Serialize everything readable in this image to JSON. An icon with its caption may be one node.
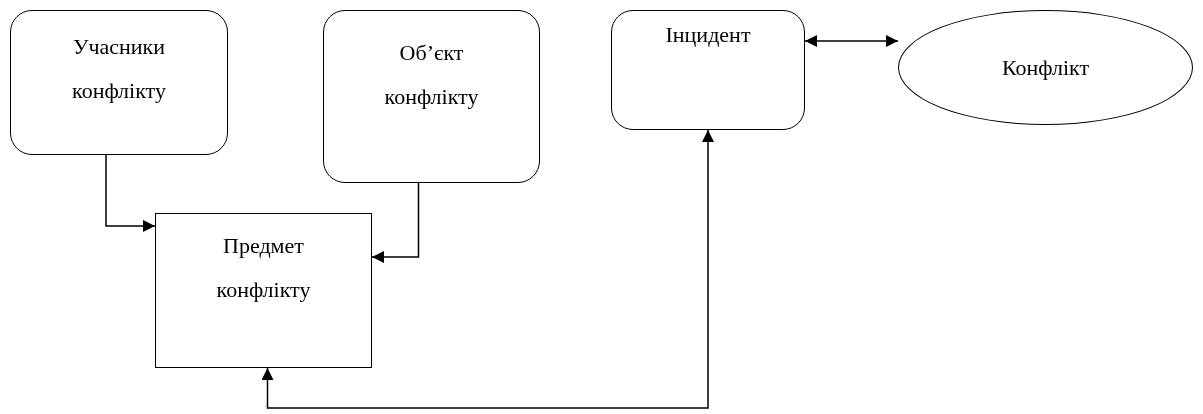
{
  "diagram": {
    "nodes": [
      {
        "text": [
          "Учасники конфлікту"
        ]
      },
      {
        "text": [
          "Об’єкт конфлікту"
        ]
      },
      {
        "text": [
          "Предмет конфлікту"
        ]
      },
      {
        "text": [
          "Інцидент"
        ]
      },
      {
        "text": [
          "Конфлікт"
        ]
      }
    ],
    "edges": [
      {
        "from": 0,
        "to": 2,
        "arrow": "to"
      },
      {
        "from": 1,
        "to": 2,
        "arrow": "to"
      },
      {
        "from": 3,
        "to": 2,
        "arrow": "both"
      },
      {
        "from": 3,
        "to": 4,
        "arrow": "both"
      }
    ]
  }
}
